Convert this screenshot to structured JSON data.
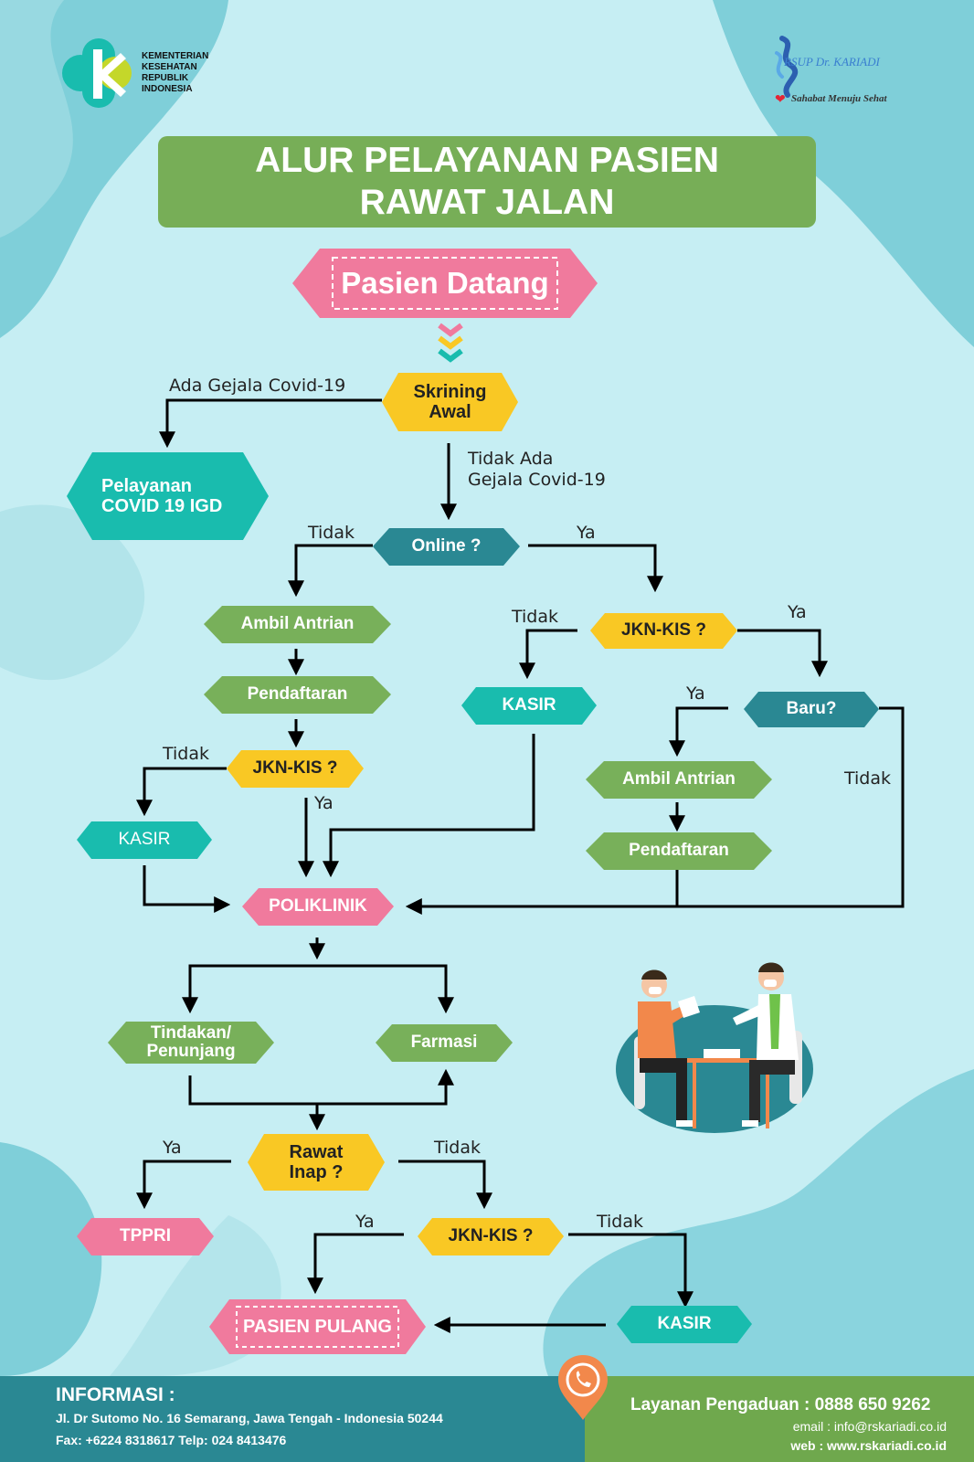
{
  "header": {
    "ministry_lines": [
      "KEMENTERIAN",
      "KESEHATAN",
      "REPUBLIK",
      "INDONESIA"
    ],
    "hospital_name": "RSUP Dr. KARIADI",
    "hospital_tagline": "Sahabat Menuju Sehat"
  },
  "title": {
    "line1": "ALUR PELAYANAN PASIEN",
    "line2": "RAWAT JALAN"
  },
  "nodes": {
    "pasien_datang": "Pasien Datang",
    "skrining_1": "Skrining",
    "skrining_2": "Awal",
    "covid_1": "Pelayanan",
    "covid_2": "COVID 19 IGD",
    "online": "Online ?",
    "ambil_antrian_left": "Ambil Antrian",
    "pendaftaran_left": "Pendaftaran",
    "jkn_left": "JKN-KIS ?",
    "kasir_left": "KASIR",
    "jkn_right": "JKN-KIS ?",
    "kasir_mid": "KASIR",
    "baru": "Baru?",
    "ambil_antrian_right": "Ambil Antrian",
    "pendaftaran_right": "Pendaftaran",
    "poliklinik": "POLIKLINIK",
    "tindakan_1": "Tindakan/",
    "tindakan_2": "Penunjang",
    "farmasi": "Farmasi",
    "rawat_1": "Rawat",
    "rawat_2": "Inap ?",
    "tppri": "TPPRI",
    "jkn_bottom": "JKN-KIS ?",
    "kasir_bottom": "KASIR",
    "pasien_pulang": "PASIEN PULANG"
  },
  "edge_labels": {
    "ada_gejala": "Ada Gejala Covid-19",
    "tidak_ada_1": "Tidak Ada",
    "tidak_ada_2": "Gejala Covid-19",
    "online_tidak": "Tidak",
    "online_ya": "Ya",
    "jkn_right_tidak": "Tidak",
    "jkn_right_ya": "Ya",
    "baru_ya": "Ya",
    "baru_tidak": "Tidak",
    "jkn_left_tidak": "Tidak",
    "jkn_left_ya": "Ya",
    "rawat_ya": "Ya",
    "rawat_tidak": "Tidak",
    "jkn_bottom_ya": "Ya",
    "jkn_bottom_tidak": "Tidak"
  },
  "footer": {
    "info_title": "INFORMASI :",
    "address": "Jl. Dr Sutomo No. 16  Semarang, Jawa Tengah - Indonesia 50244",
    "phones": "Fax: +6224 8318617  Telp: 024  8413476",
    "complaint": "Layanan Pengaduan : 0888 650 9262",
    "email": "email : info@rskariadi.co.id",
    "web": "web : www.rskariadi.co.id"
  },
  "colors": {
    "background": "#c6eef3",
    "blob": "#7fcfd9",
    "title_green": "#77ae57",
    "pink": "#f07a9d",
    "yellow": "#f9c824",
    "teal": "#19bcae",
    "dark_teal": "#2a8893",
    "green": "#78b05a",
    "footer_teal": "#2a8893",
    "footer_green": "#6fa84d",
    "phone_orange": "#f2884b"
  }
}
